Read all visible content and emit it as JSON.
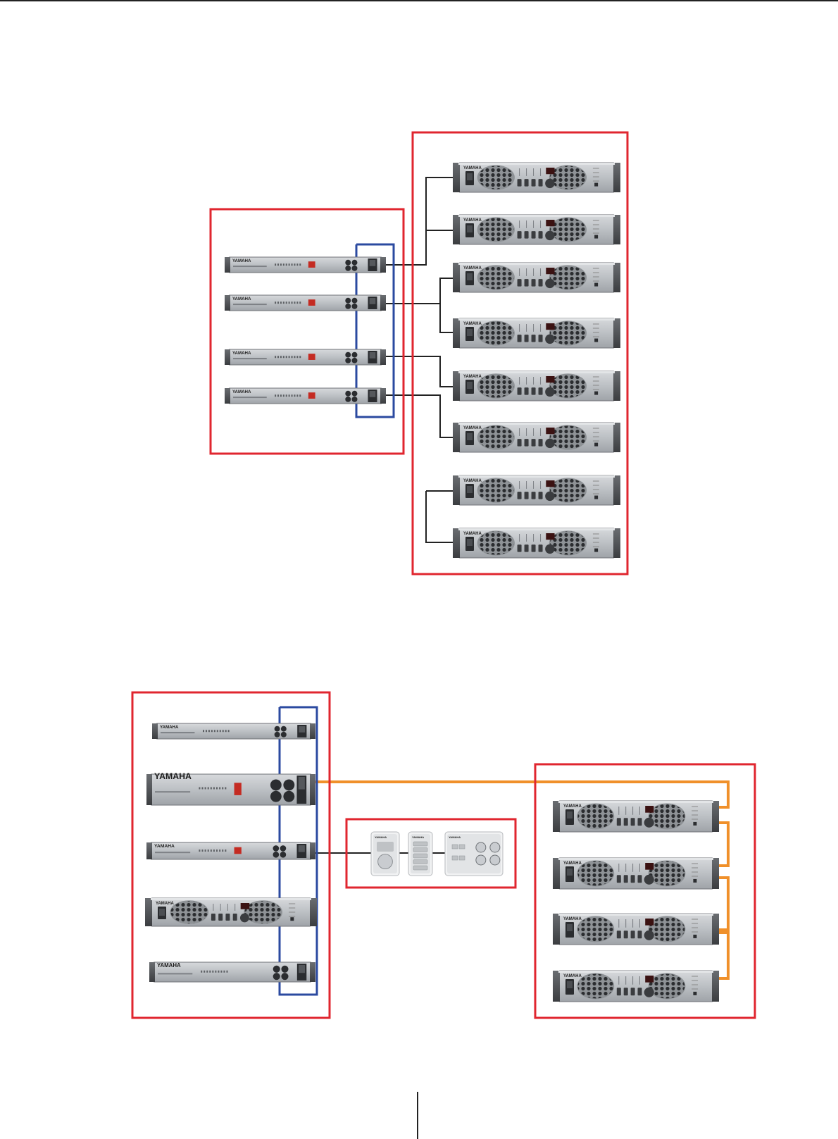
{
  "brand_label": "YAMAHA",
  "colors": {
    "group_border": "#e0262f",
    "network_loop": "#2b4aa0",
    "dante_cable": "#f0902a",
    "control_cable": "#222222",
    "rack_face": "#bfc2c6",
    "rack_dark": "#55585c"
  },
  "diagram1": {
    "processor_count": 4,
    "amplifier_count": 8,
    "cable_style": "control"
  },
  "diagram2": {
    "rack_units": [
      "processor-1u",
      "processor-2u",
      "processor-1u",
      "amplifier",
      "interface-1u"
    ],
    "wall_panels": [
      "panel-knob",
      "panel-buttons",
      "panel-4knob"
    ],
    "amplifier_count": 4,
    "cable_style": "dante-daisy-chain"
  }
}
